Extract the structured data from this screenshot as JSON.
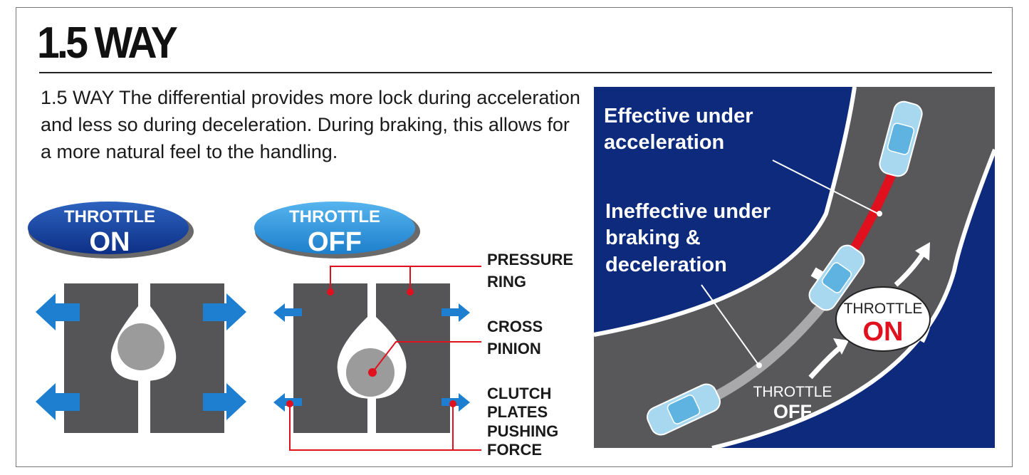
{
  "title": "1.5 WAY",
  "description": "1.5 WAY The differential provides more lock during acceleration and less so during deceleration. During braking, this allows for a more natural feel to the handling.",
  "badges": {
    "on": {
      "line1": "THROTTLE",
      "line2": "ON"
    },
    "off": {
      "line1": "THROTTLE",
      "line2": "OFF"
    }
  },
  "callouts": {
    "pressure_ring": {
      "line1": "PRESSURE",
      "line2": "RING"
    },
    "cross_pinion": {
      "line1": "CROSS",
      "line2": "PINION"
    },
    "clutch": {
      "line1": "CLUTCH",
      "line2": "PLATES",
      "line3": "PUSHING",
      "line4": "FORCE"
    }
  },
  "track": {
    "effective": {
      "line1": "Effective under",
      "line2": "acceleration"
    },
    "ineffective": {
      "line1": "Ineffective under",
      "line2": "braking &",
      "line3": "deceleration"
    },
    "throttle_on": {
      "line1": "THROTTLE",
      "line2": "ON"
    },
    "throttle_off": {
      "line1": "THROTTLE",
      "line2": "OFF"
    }
  },
  "colors": {
    "navy": "#0d2a7c",
    "blue_badge": "#1b4aa0",
    "light_blue_badge": "#2f8fd6",
    "arrow_blue": "#1e7fd0",
    "block_gray": "#555557",
    "pinion_gray": "#9b9b9b",
    "road_gray": "#58585a",
    "red": "#e0101e"
  }
}
